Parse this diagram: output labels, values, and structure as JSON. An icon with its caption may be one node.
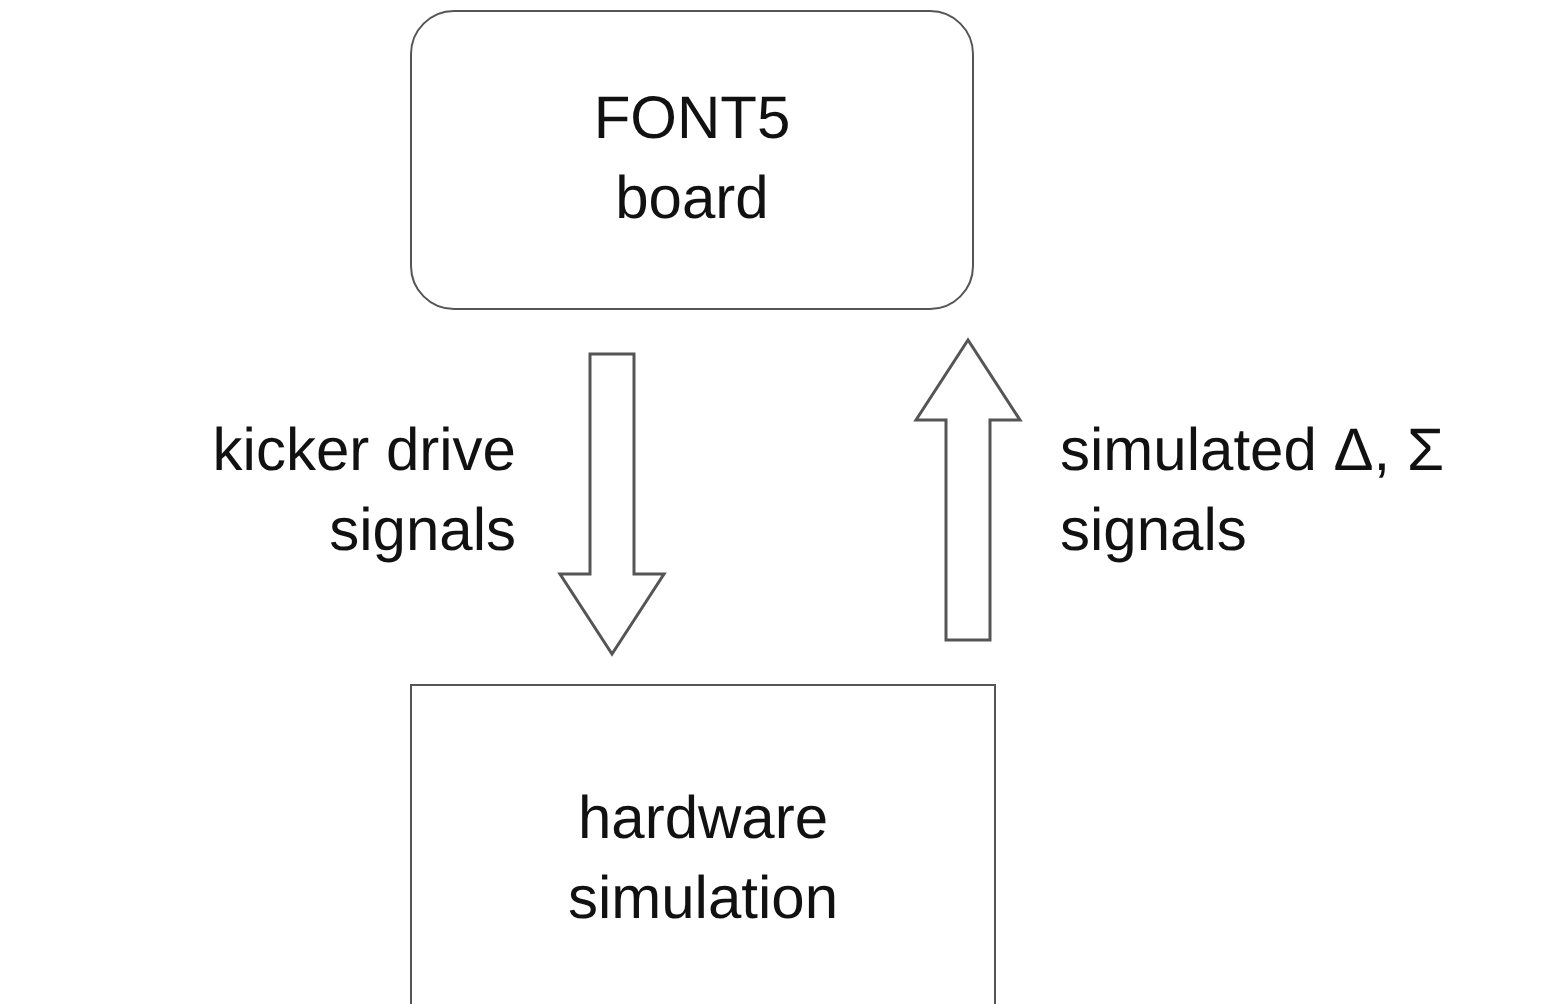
{
  "diagram": {
    "nodes": [
      {
        "text": [
          "FONT5 board"
        ]
      },
      {
        "text": [
          "hardware simulation"
        ]
      }
    ],
    "edges": [
      {
        "from": 0,
        "to": 1,
        "arrow": "to",
        "label": "kicker drive signals"
      },
      {
        "from": 1,
        "to": 0,
        "arrow": "to",
        "label": "simulated Δ, Σ signals"
      }
    ]
  }
}
